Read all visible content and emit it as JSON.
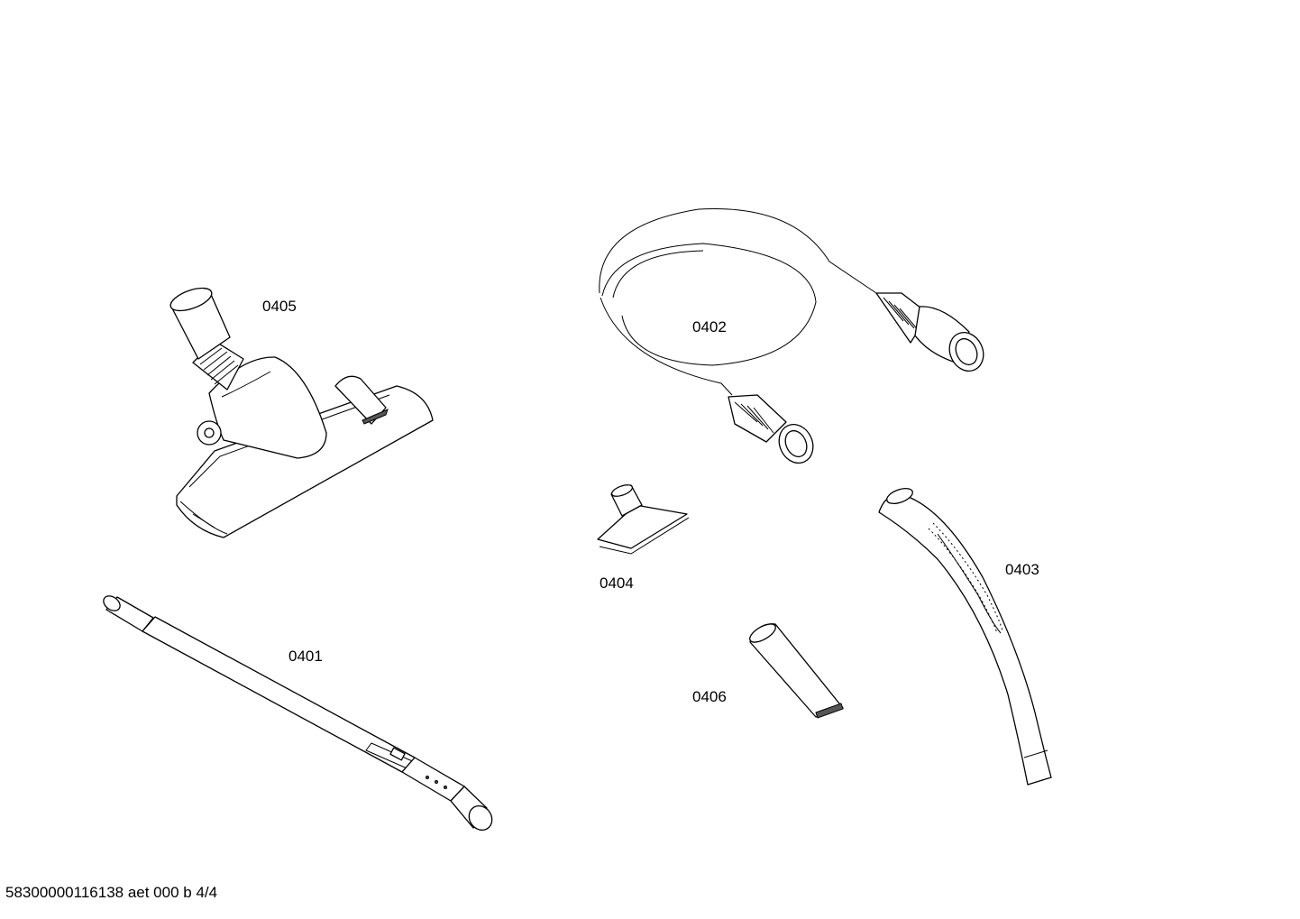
{
  "diagram": {
    "parts": [
      {
        "id": "p0401",
        "label": "0401",
        "name": "telescopic-tube"
      },
      {
        "id": "p0402",
        "label": "0402",
        "name": "suction-hose"
      },
      {
        "id": "p0403",
        "label": "0403",
        "name": "handle"
      },
      {
        "id": "p0404",
        "label": "0404",
        "name": "upholstery-nozzle"
      },
      {
        "id": "p0405",
        "label": "0405",
        "name": "floor-nozzle"
      },
      {
        "id": "p0406",
        "label": "0406",
        "name": "crevice-nozzle"
      }
    ],
    "footer": "58300000116138 aet 000 b 4/4"
  }
}
